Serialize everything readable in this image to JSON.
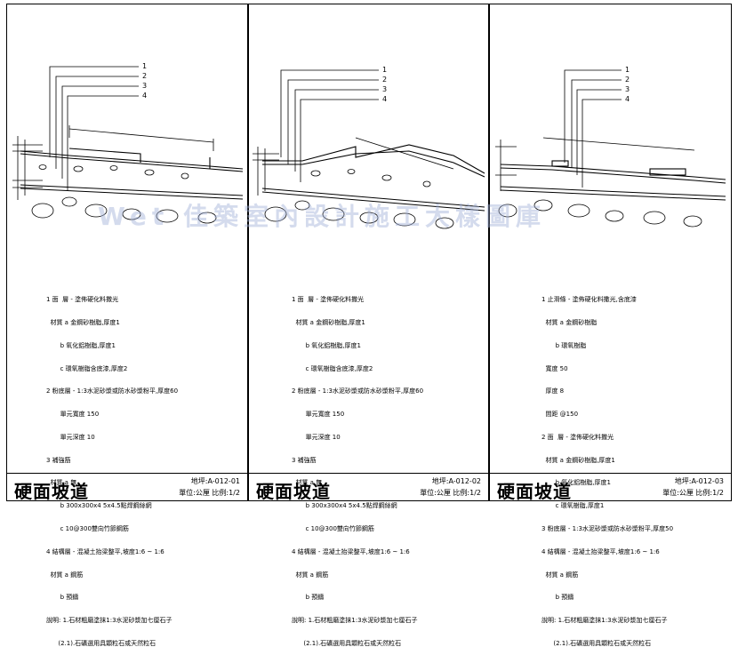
{
  "watermark": "Wet 佳築室內設計施工大樣圖庫",
  "callout_numbers": [
    "1",
    "2",
    "3",
    "4"
  ],
  "sheets": [
    {
      "title": "硬面坡道",
      "code": "地坪:A-012-01",
      "scale": "單位:公厘 比例:1/2",
      "notes": [
        "1 面  層 - 塗佈硬化料撒光",
        "  材質 a 金鋼砂樹脂,厚度1",
        "       b 氧化鋁樹脂,厚度1",
        "       c 環氧樹脂含底漆,厚度2",
        "2 粉底層 - 1:3水泥砂漿或防水砂漿粉平,厚度60",
        "       單元寬度 150",
        "       單元深度 10",
        "3 補強筋",
        "  材質 a 無",
        "       b 300x300x4 5x4.5點焊鋼絲網",
        "       c 10@300雙向竹節鋼筋",
        "4 結構層 - 混凝土抬梁整平,坡度1:6 ~ 1:6",
        "  材質 a 鋼筋",
        "       b 預鑄",
        "說明: 1.石材粗磨塗抹1:3水泥砂漿加七厘石子",
        "      (2.1).石礦選用具顆粒石或天然粒石"
      ]
    },
    {
      "title": "硬面坡道",
      "code": "地坪:A-012-02",
      "scale": "單位:公厘 比例:1/2",
      "notes": [
        "1 面  層 - 塗佈硬化料撒光",
        "  材質 a 金鋼砂樹脂,厚度1",
        "       b 氧化鋁樹脂,厚度1",
        "       c 環氧樹脂含底漆,厚度2",
        "2 粉底層 - 1:3水泥砂漿或防水砂漿粉平,厚度60",
        "       單元寬度 150",
        "       單元深度 10",
        "3 補強筋",
        "  材質 a 無",
        "       b 300x300x4 5x4.5點焊鋼絲網",
        "       c 10@300雙向竹節鋼筋",
        "4 結構層 - 混凝土抬梁整平,坡度1:6 ~ 1:6",
        "  材質 a 鋼筋",
        "       b 預鑄",
        "說明: 1.石材粗磨塗抹1:3水泥砂漿加七厘石子",
        "      (2.1).石礦選用具顆粒石或天然粒石"
      ]
    },
    {
      "title": "硬面坡道",
      "code": "地坪:A-012-03",
      "scale": "單位:公厘 比例:1/2",
      "notes": [
        "1 止滑條 - 塗佈硬化料撒光,含底漆",
        "  材質 a 金鋼砂樹脂",
        "       b 環氧樹脂",
        "  寬度 50",
        "  厚度 8",
        "  間距 @150",
        "2 面  層 - 塗佈硬化料撒光",
        "  材質 a 金鋼砂樹脂,厚度1",
        "       b 氧化鋁樹脂,厚度1",
        "       c 環氧樹脂,厚度1",
        "3 粉底層 - 1:3水泥砂漿或防水砂漿粉平,厚度50",
        "4 結構層 - 混凝土抬梁整平,坡度1:6 ~ 1:6",
        "  材質 a 鋼筋",
        "       b 預鑄",
        "說明: 1.石材粗磨塗抹1:3水泥砂漿加七厘石子",
        "      (2.1).石礦選用具顆粒石或天然粒石"
      ]
    }
  ]
}
